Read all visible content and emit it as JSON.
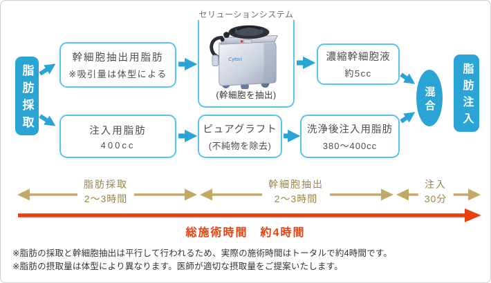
{
  "diagram": {
    "source_label": "脂肪採取",
    "sink_label": "脂肪注入",
    "merge_label": "混合",
    "stem_fat_box": {
      "title": "幹細胞抽出用脂肪",
      "note": "※吸引量は体型による"
    },
    "machine_box": {
      "label": "セリューションシステム",
      "brand": "Cytori",
      "caption": "(幹細胞を抽出)"
    },
    "concentrate_box": {
      "title": "濃縮幹細胞液",
      "amount": "約5cc"
    },
    "inject_fat_box": {
      "title": "注入用脂肪",
      "amount": "400cc"
    },
    "puregraft_box": {
      "title": "ピュアグラフト",
      "note": "(不純物を除去)"
    },
    "washed_fat_box": {
      "title": "洗浄後注入用脂肪",
      "amount": "380〜400cc"
    }
  },
  "timeline": {
    "segments": [
      {
        "label": "脂肪採取",
        "duration": "2〜3時間"
      },
      {
        "label": "幹細胞抽出",
        "duration": "2〜3時間"
      },
      {
        "label": "注入",
        "duration": "30分"
      }
    ],
    "total": "総施術時間　約4時間"
  },
  "notes": {
    "line1": "※脂肪の採取と幹細胞抽出は平行して行われるため、実際の施術時間はトータルで約4時間です。",
    "line2": "※脂肪の摂取量は体型により異なります。医師が適切な摂取量をご提案いたします。"
  },
  "colors": {
    "accent_blue": "#2aa3d5",
    "border_blue": "#59c3ef",
    "gold": "#c2a967",
    "gold_text": "#9b8647",
    "red": "#e8400f"
  }
}
